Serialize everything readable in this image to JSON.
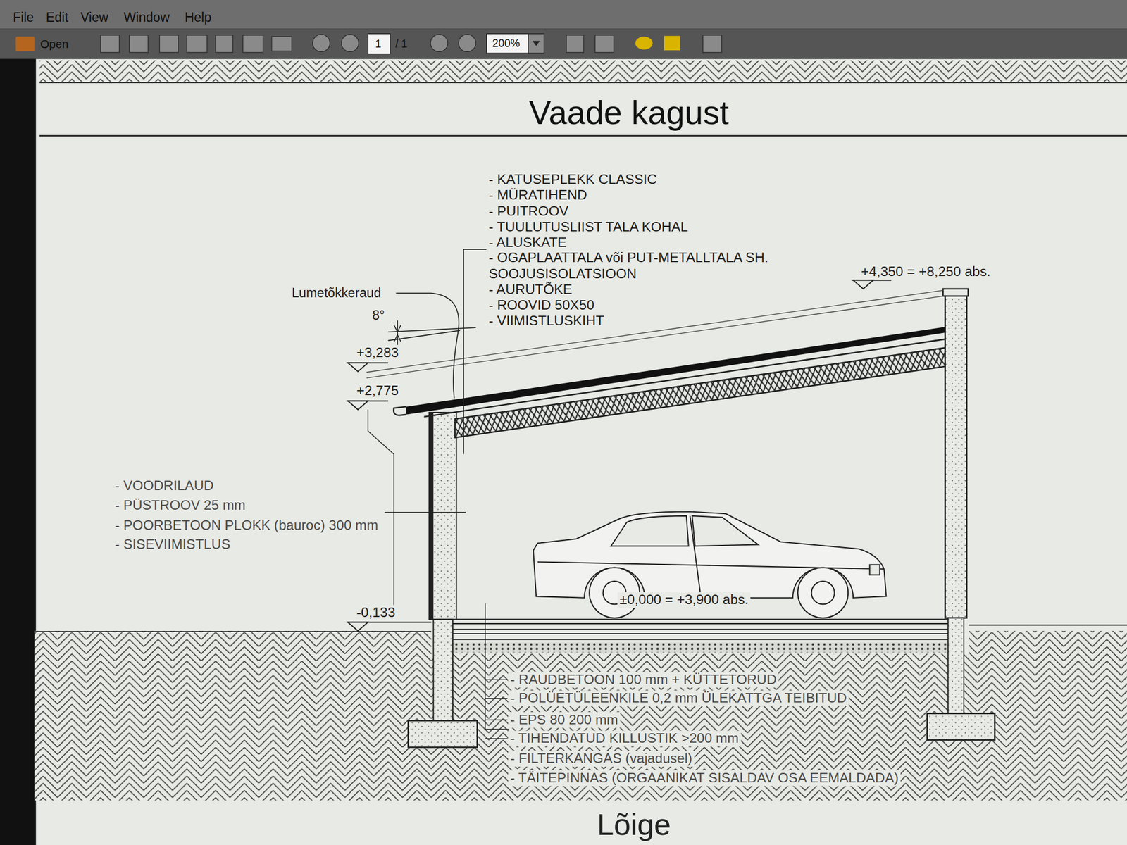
{
  "diagram": {
    "title": "Vaade kagust",
    "labels": [
      "File",
      "Edit",
      "View",
      "Window",
      "Help",
      "Open",
      "1",
      "/ 1",
      "200%",
      "- KATUSEPLEKK CLASSIC",
      "- MÜRATIHEND",
      "- PUITROOV",
      "- TUULUTUSLIIST TALA KOHAL",
      "- ALUSKATE",
      "- OGAPLAATTALA või PUT-METALLTALA SH. SOOJUSISOLATSIOON",
      "- AURUTÕKE",
      "- ROOVID 50X50",
      "- VIIMISTLUSKIHT",
      "Lumetõkkeraud",
      "8°",
      "+3,283",
      "+4,350 = +8,250 abs.",
      "+2,775",
      "- VOODRILAUD",
      "- PÜSTROOV 25 mm",
      "- POORBETOON PLOKK (bauroc) 300 mm",
      "- SISEVIIMISTLUS",
      "-0,133",
      "±0,000 = +3,900 abs.",
      "- RAUDBETOON 100 mm + KÜTTETORUD",
      "- POLÜETÜLEENKILE 0,2 mm ÜLEKATTGA TEIBITUD",
      "- EPS 80 200 mm",
      "- TIHENDATUD KILLUSTIK >200 mm",
      "- FILTERKANGAS (vajadusel)",
      "- TÄITEPINNAS (ORGAANIKAT SISALDAV OSA EEMALDADA)",
      "Lõige"
    ]
  }
}
